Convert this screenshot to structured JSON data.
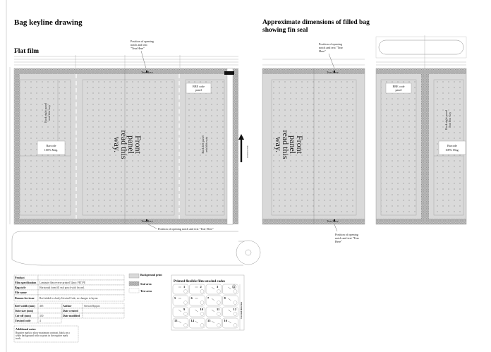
{
  "title": "Bag keyline drawing",
  "flat_film": {
    "heading": "Flat film",
    "notch_note_top": [
      "Position of opening",
      "notch and text",
      "\"Tear Here\""
    ],
    "notch_note_bottom": "Position of opening notch and text \"Tear Here\"",
    "tear_here": "Tear Here",
    "back_right_panel": [
      "Back right panel",
      "read this way"
    ],
    "back_left_panel": [
      "Back left panel",
      "read this way"
    ],
    "front_panel": [
      "Front",
      "panel",
      "read this",
      "way."
    ],
    "barcode": [
      "Barcode",
      "100% Mag."
    ],
    "bbe_panel": [
      "BBE code",
      "panel"
    ],
    "reel_unwind": "Reel Unwind"
  },
  "filled_bag": {
    "heading": [
      "Approximate dimensions of filled bag",
      "showing fin seal"
    ],
    "notch_note_top": [
      "Position of opening",
      "notch and text \"Tear",
      "Here\""
    ],
    "notch_note_bottom": [
      "Position of opening",
      "notch and text \"Tear",
      "Here\""
    ],
    "tear_here": "Tear Here",
    "front_panel": [
      "Front",
      "panel",
      "read this",
      "way."
    ],
    "back_panel": [
      "Back right panel",
      "read this way"
    ],
    "barcode": [
      "Barcode",
      "100% Mag."
    ],
    "bbe_panel": [
      "BBE code",
      "panel"
    ]
  },
  "spec_table": [
    {
      "label": "Product",
      "value": ""
    },
    {
      "label": "Film specification",
      "value": "Laminate film reverse printed 52mic PET/PE"
    },
    {
      "label": "Bag style",
      "value": "Horizontal form fill seal pouch with fin seal."
    },
    {
      "label": "File name",
      "value": ""
    },
    {
      "label": "Reason for issue",
      "value": "Reel added to clarify Unwind Code, no changes to layout."
    }
  ],
  "reel_table": [
    {
      "label": "Reel width (mm)",
      "value": "465"
    },
    {
      "label": "Tube size (mm)",
      "value": ""
    },
    {
      "label": "Cut-off (mm)",
      "value": "330"
    },
    {
      "label": "Unwind code",
      "value": "4"
    }
  ],
  "author_table": [
    {
      "label": "Author",
      "value": "Stewart Rippon"
    },
    {
      "label": "Date created",
      "value": ""
    },
    {
      "label": "Date modified",
      "value": ""
    }
  ],
  "notes": {
    "heading": "Additional notes:",
    "lines": [
      "Register mark to show maximum contrast, black on a",
      "white background with no print in the register mark",
      "track."
    ]
  },
  "legend": [
    {
      "label": "Background print",
      "swatch": "background"
    },
    {
      "label": "Seal area",
      "swatch": "seal"
    },
    {
      "label": "Text area",
      "swatch": "text"
    }
  ],
  "unwind": {
    "heading": "Printed flexible film unwind codes",
    "codes": [
      "1",
      "2",
      "3",
      "4",
      "5",
      "6",
      "7",
      "8",
      "9",
      "10",
      "11",
      "12",
      "13",
      "14",
      "15",
      "16"
    ],
    "selected": "4",
    "direction_label": "Unwind direction"
  },
  "colors": {
    "background_print": "#d9d9d9",
    "seal": "#bdbdbd",
    "line": "#888888"
  }
}
